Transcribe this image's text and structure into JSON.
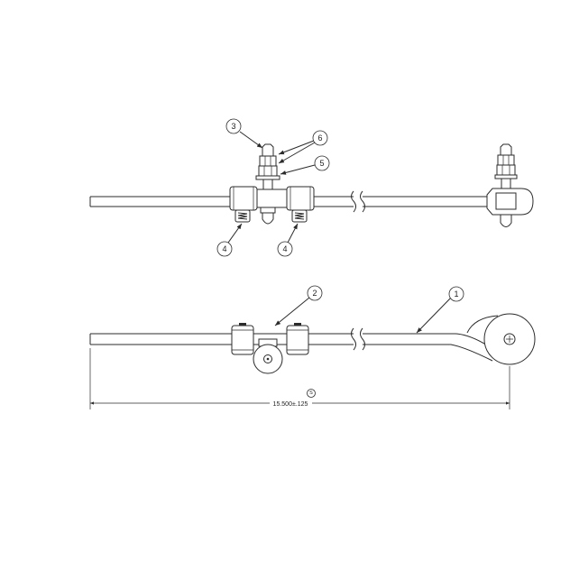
{
  "balloons": {
    "item_3": "3",
    "item_6": "6",
    "item_5": "5",
    "item_4_left": "4",
    "item_4_right": "4",
    "item_2": "2",
    "item_1": "1"
  },
  "dimension": {
    "overall_length": "15.500±.125",
    "characteristic_symbol": "S"
  }
}
